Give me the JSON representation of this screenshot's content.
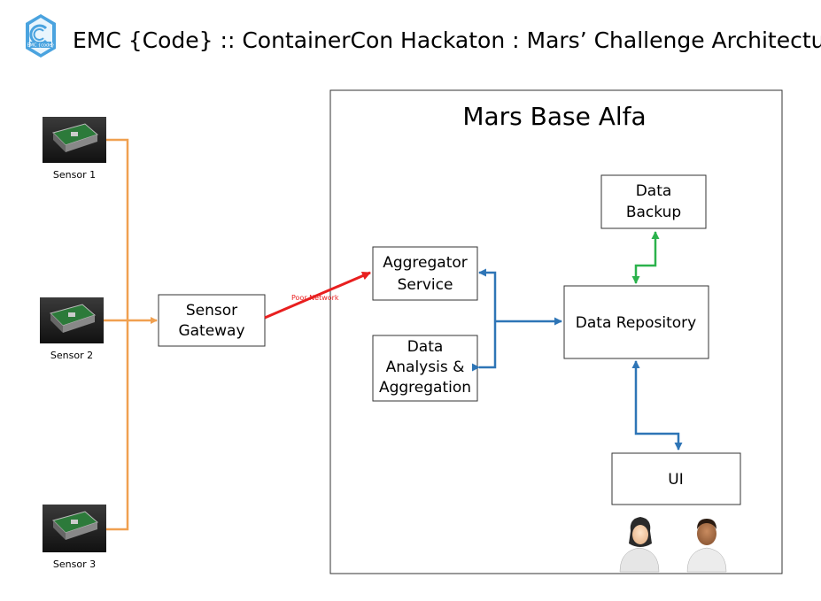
{
  "header": {
    "logo_text": "EMC {code}",
    "title": "EMC {Code} :: ContainerCon Hackaton : Mars’ Challenge Architecture"
  },
  "sensors": [
    {
      "label": "Sensor 1"
    },
    {
      "label": "Sensor 2"
    },
    {
      "label": "Sensor 3"
    }
  ],
  "gateway": {
    "line1": "Sensor",
    "line2": "Gateway"
  },
  "network_label": "Poor Network",
  "base": {
    "title": "Mars Base Alfa"
  },
  "boxes": {
    "aggregator": {
      "line1": "Aggregator",
      "line2": "Service"
    },
    "analysis": {
      "line1": "Data",
      "line2": "Analysis &",
      "line3": "Aggregation"
    },
    "backup": {
      "line1": "Data",
      "line2": "Backup"
    },
    "repository": {
      "line1": "Data Repository"
    },
    "ui": {
      "line1": "UI"
    }
  },
  "colors": {
    "sensor_link": "#f0a050",
    "poor_network": "#e81f1f",
    "internal_link": "#2e75b6",
    "backup_link": "#2bb24c",
    "logo": "#4aa3df"
  },
  "icons": {
    "sensor": "raspberry-pi-board-icon",
    "users": [
      "female-user-icon",
      "male-user-icon"
    ]
  }
}
